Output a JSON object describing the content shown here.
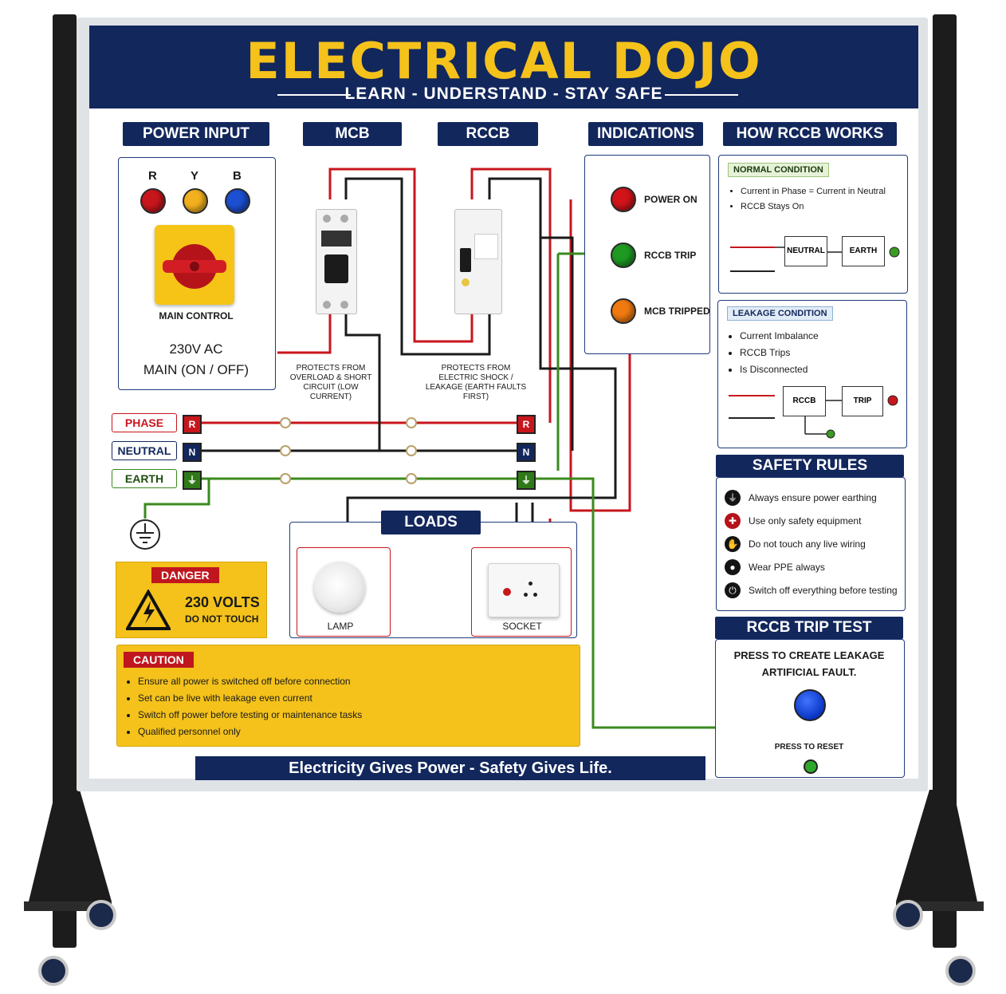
{
  "header": {
    "title": "ELECTRICAL DOJO",
    "subtitle": "LEARN - UNDERSTAND - STAY SAFE"
  },
  "sections": {
    "power_input": "POWER INPUT",
    "mcb": "MCB",
    "rccb": "RCCB",
    "indications": "INDICATIONS",
    "how_rccb_works": "HOW RCCB WORKS",
    "loads": "LOADS",
    "safety_rules": "SAFETY RULES",
    "rccb_trip_test": "RCCB TRIP TEST"
  },
  "power_input": {
    "phases": [
      "R",
      "Y",
      "B"
    ],
    "phase_colors": [
      "#c8161d",
      "#f2b01e",
      "#1c4fd1"
    ],
    "main_control_label": "MAIN CONTROL",
    "voltage": "230V AC",
    "switch_label": "MAIN (ON / OFF)"
  },
  "mcb": {
    "caption": "PROTECTS FROM OVERLOAD & SHORT CIRCUIT (LOW CURRENT)"
  },
  "rccb": {
    "caption": "PROTECTS FROM ELECTRIC SHOCK / LEAKAGE (EARTH FAULTS FIRST)"
  },
  "indications": [
    {
      "label": "POWER ON",
      "color": "#d2141a"
    },
    {
      "label": "RCCB TRIP",
      "color": "#1e9a22"
    },
    {
      "label": "MCB TRIPPED",
      "color": "#f07a10"
    }
  ],
  "bus": {
    "phase_label": "PHASE",
    "phase_code": "R",
    "neutral_label": "NEUTRAL",
    "neutral_code": "N",
    "earth_label": "EARTH",
    "earth_code": "⏚"
  },
  "how_rccb": {
    "normal": {
      "title": "NORMAL CONDITION",
      "bullets": [
        "Current in Phase = Current in Neutral",
        "RCCB Stays On"
      ],
      "box1": "NEUTRAL",
      "box2": "EARTH"
    },
    "leakage": {
      "title": "LEAKAGE CONDITION",
      "bullets": [
        "Current Imbalance",
        "RCCB Trips",
        "Is Disconnected"
      ],
      "box1": "RCCB",
      "box2": "TRIP"
    }
  },
  "safety_rules": [
    "Always ensure power earthing",
    "Use only safety equipment",
    "Do not touch any live wiring",
    "Wear PPE always",
    "Switch off everything before testing"
  ],
  "trip_test": {
    "instruction": "PRESS TO CREATE LEAKAGE ARTIFICIAL FAULT.",
    "reset_label": "PRESS TO RESET"
  },
  "loads": {
    "lamp_label": "LAMP",
    "socket_label": "SOCKET"
  },
  "danger": {
    "tag": "DANGER",
    "volts": "230 VOLTS",
    "note": "DO NOT TOUCH"
  },
  "caution": {
    "tag": "CAUTION",
    "bullets": [
      "Ensure all power is switched off before connection",
      "Set can be live with leakage even current",
      "Switch off power before testing or maintenance tasks",
      "Qualified personnel only"
    ]
  },
  "footer": "Electricity Gives Power - Safety Gives Life.",
  "colors": {
    "navy": "#12275c",
    "yellow": "#f4c21b",
    "red": "#c0161e",
    "green": "#3a8a1e"
  }
}
